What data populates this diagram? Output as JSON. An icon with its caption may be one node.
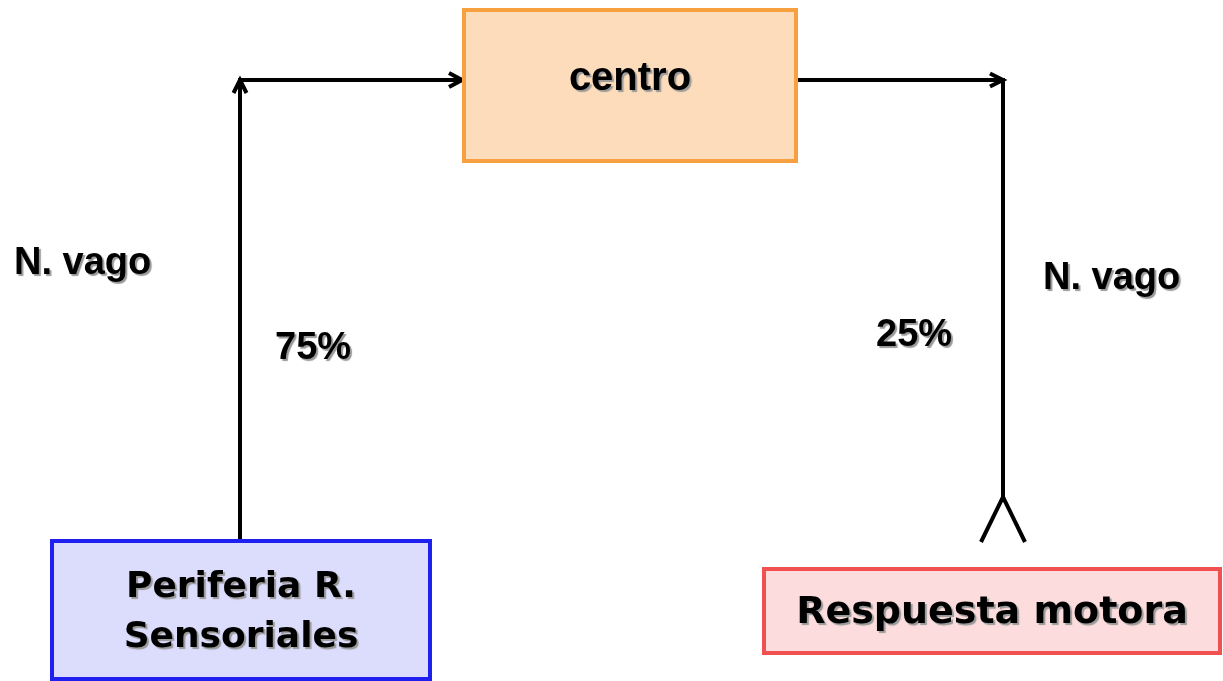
{
  "diagram": {
    "nodes": [
      {
        "text": [
          "centro"
        ]
      },
      {
        "text": [
          "Periferia R. Sensoriales"
        ]
      },
      {
        "text": [
          "Respuesta motora"
        ]
      }
    ],
    "edges": [
      {
        "from": 1,
        "to": 0,
        "arrow": "to"
      },
      {
        "from": 0,
        "to": 2,
        "arrow": "other"
      }
    ],
    "labels": [
      "N. vago",
      "75%",
      "N. vago",
      "25%"
    ]
  }
}
